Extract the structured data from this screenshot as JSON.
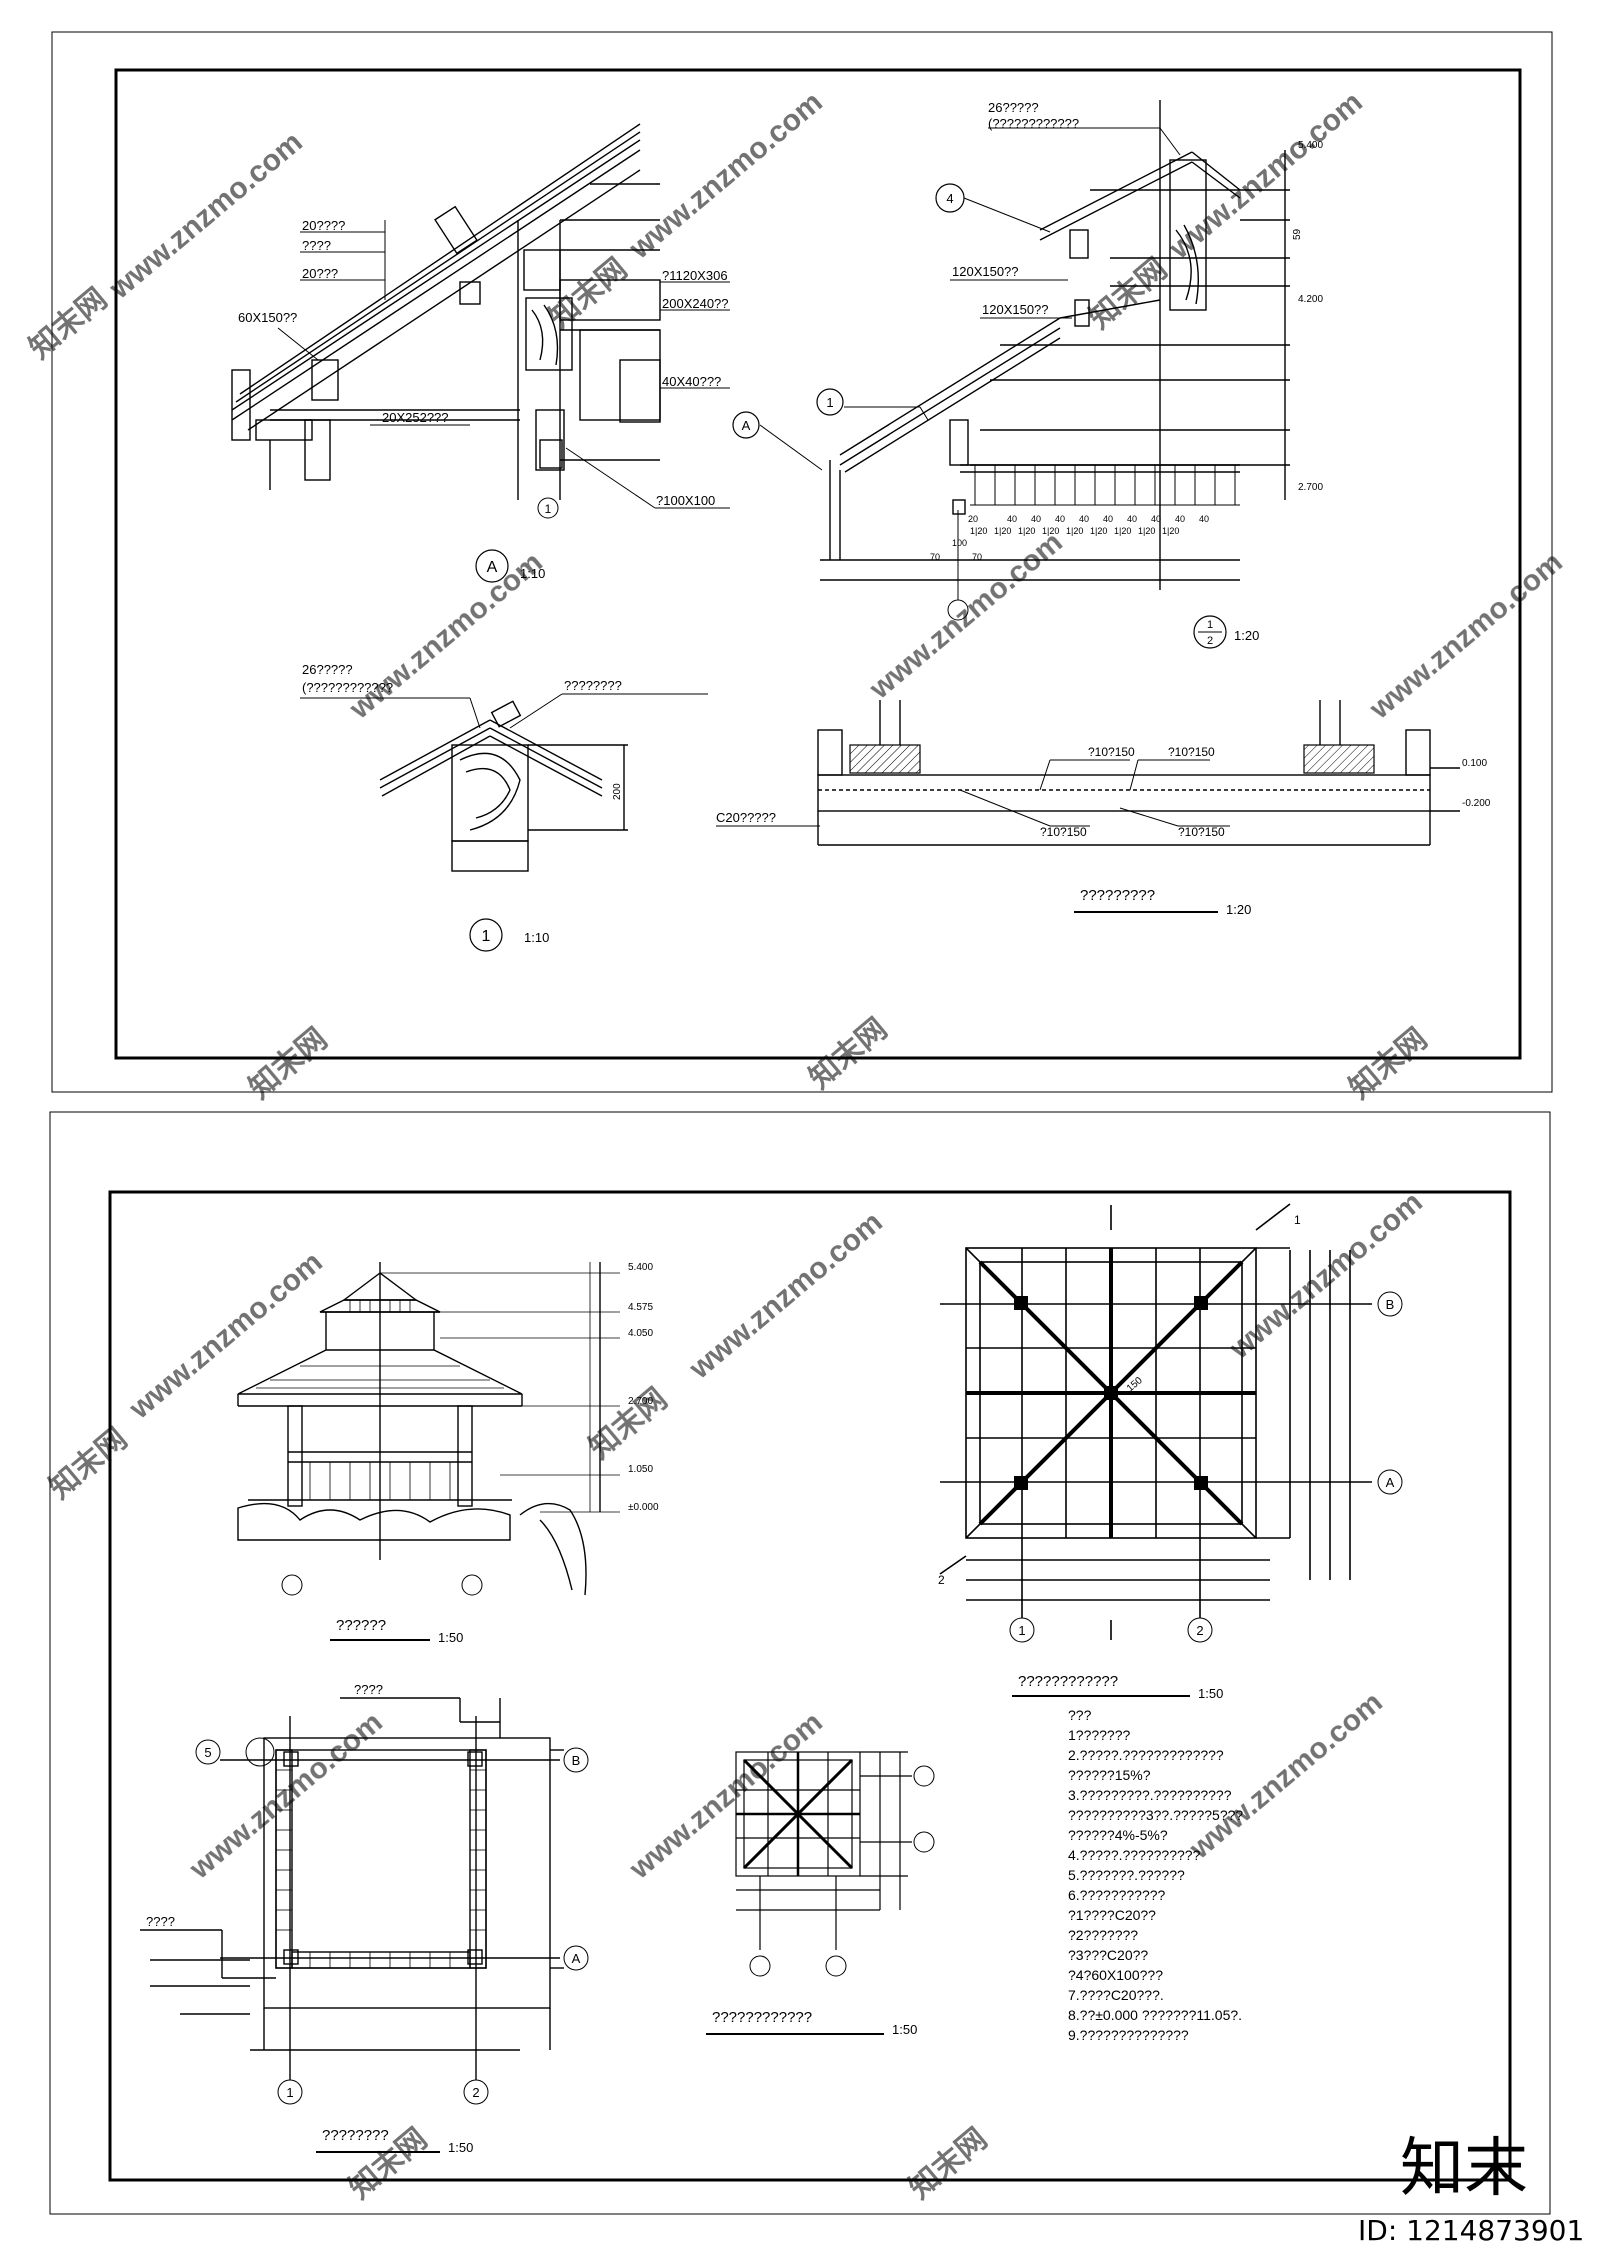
{
  "sheet1": {
    "detail_a": {
      "labels": [
        "20????",
        "????",
        "20???",
        "60X150??",
        "?1120X306",
        "200X240??",
        "40X40???",
        "20X252???",
        "?100X100"
      ],
      "axis": "1",
      "mark": "A",
      "scale": "1:10"
    },
    "detail_section": {
      "top_note_1": "26?????",
      "top_note_2": "(????????????",
      "beam_1": "120X150??",
      "beam_2": "120X150??",
      "callout_top": "4",
      "callout_a": "A",
      "callout_1": "1",
      "levels": [
        "5.400",
        "4.200",
        "2.700"
      ],
      "dim_59": "59",
      "dims_row1": [
        "20",
        "40",
        "40",
        "40",
        "40",
        "40",
        "40",
        "40",
        "40",
        "40"
      ],
      "dims_row2": [
        "1|20",
        "1|20",
        "1|20",
        "1|20",
        "1|20",
        "1|20",
        "1|20",
        "1|20",
        "1|20"
      ],
      "dim_100": "100",
      "dim_70a": "70",
      "dim_70b": "70",
      "mark": "1",
      "mark_sub": "2",
      "scale": "1:20"
    },
    "detail_ridge": {
      "note_1": "26?????",
      "note_2": "(????????????",
      "note_3": "????????",
      "dim": "200",
      "mark": "1",
      "scale": "1:10"
    },
    "detail_slab": {
      "rebar_1": "?10?150",
      "rebar_2": "?10?150",
      "rebar_3": "?10?150",
      "rebar_4": "?10?150",
      "concrete": "C20?????",
      "levels": [
        "0.100",
        "-0.200"
      ],
      "title": "?????????",
      "scale": "1:20"
    }
  },
  "sheet2": {
    "elevation": {
      "levels": [
        "5.400",
        "4.575",
        "4.050",
        "2.700",
        "1.050",
        "±0.000"
      ],
      "title": "??????",
      "scale": "1:50"
    },
    "roof_plan": {
      "axis_b": "B",
      "axis_a": "A",
      "axis_1": "1",
      "axis_2": "2",
      "cut_1": "1",
      "cut_2": "2",
      "dim": "150",
      "title": "????????????",
      "scale": "1:50"
    },
    "floor_plan": {
      "top_label": "????",
      "side_label": "????",
      "axis_5": "5",
      "axis_b": "B",
      "axis_a": "A",
      "axis_1": "1",
      "axis_2": "2",
      "title": "????????",
      "scale": "1:50"
    },
    "small_plan": {
      "title": "????????????",
      "scale": "1:50"
    },
    "notes": [
      "???",
      "1???????",
      "2.?????.?????????????",
      "??????15%?",
      "3.?????????.??????????",
      "??????????3??.?????5???",
      "??????4%-5%?",
      "4.?????.??????????",
      "5.???????.??????",
      "6.???????????",
      "?1????C20??",
      "?2???????",
      "?3???C20??",
      "?4?60X100???",
      "7.????C20???.",
      "8.??±0.000  ???????11.05?.",
      "9.??????????????"
    ]
  },
  "watermark": {
    "site": "www.znzmo.com",
    "brand": "知末网",
    "logo_text": "知末",
    "id_text": "ID: 1214873901"
  }
}
